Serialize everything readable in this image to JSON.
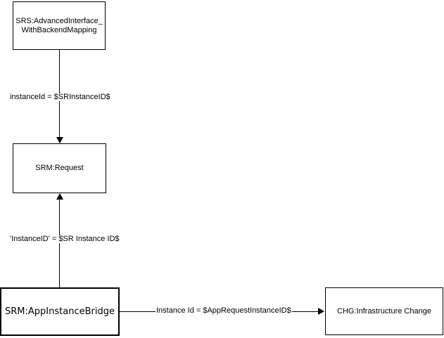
{
  "colors": {
    "background": "#ffffff",
    "node_fill": "#ffffff",
    "node_border": "#000000",
    "line": "#000000",
    "text": "#000000"
  },
  "nodes": {
    "srs": {
      "label": "SRS:AdvancedInterface_\nWithBackendMapping"
    },
    "request": {
      "label": "SRM:Request"
    },
    "bridge": {
      "label": "SRM:AppInstanceBridge"
    },
    "chg": {
      "label": "CHG:Infrastructure Change"
    }
  },
  "edges": {
    "srs_to_request": {
      "from": "srs",
      "to": "request",
      "direction": "down",
      "label": "instanceId = $SRInstanceID$"
    },
    "bridge_to_request": {
      "from": "bridge",
      "to": "request",
      "direction": "up",
      "label": "'InstanceID' = $SR Instance ID$"
    },
    "bridge_to_chg": {
      "from": "bridge",
      "to": "chg",
      "direction": "right",
      "label": "Instance Id = $AppRequestInstanceID$"
    }
  }
}
